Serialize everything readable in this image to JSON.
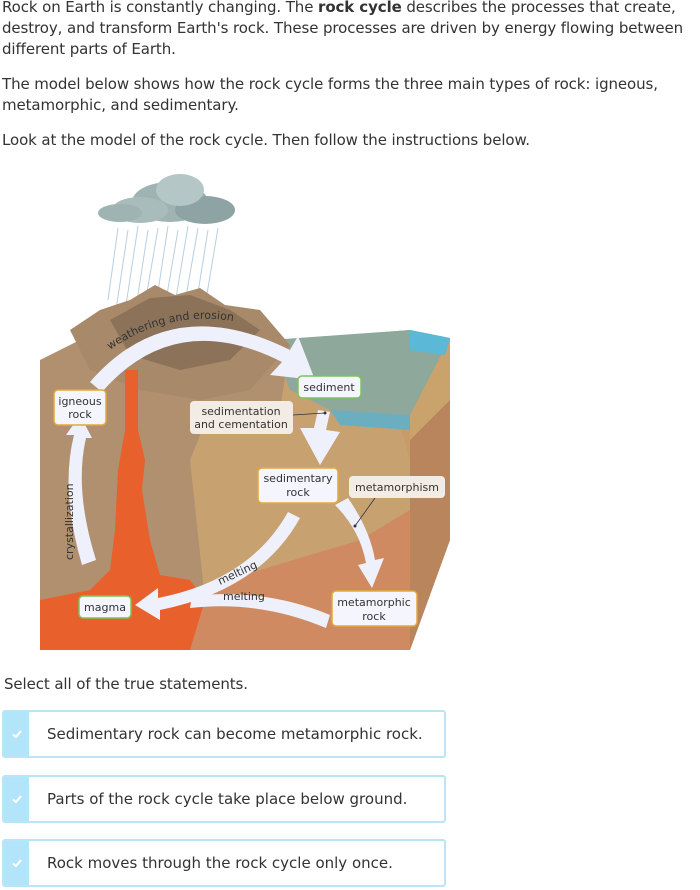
{
  "intro": {
    "p1_before": "Rock on Earth is constantly changing. The ",
    "p1_bold": "rock cycle",
    "p1_after": " describes the processes that create, destroy, and transform Earth's rock. These processes are driven by energy flowing between different parts of Earth.",
    "p2": "The model below shows how the rock cycle forms the three main types of rock: igneous, metamorphic, and sedimentary.",
    "p3": "Look at the model of the rock cycle. Then follow the instructions below."
  },
  "diagram": {
    "labels": {
      "igneous_line1": "igneous",
      "igneous_line2": "rock",
      "sediment": "sediment",
      "sedimentation_line1": "sedimentation",
      "sedimentation_line2": "and cementation",
      "sedimentary_line1": "sedimentary",
      "sedimentary_line2": "rock",
      "metamorphism": "metamorphism",
      "metamorphic_line1": "metamorphic",
      "metamorphic_line2": "rock",
      "magma": "magma",
      "weathering": "weathering and erosion",
      "crystallization": "crystallization",
      "melting1": "melting",
      "melting2": "melting"
    },
    "colors": {
      "rock_box_border": "#e2aa3a",
      "green_box_border": "#7dc35a",
      "magma": "#e8612c",
      "water": "#5bb8d6"
    }
  },
  "question": {
    "prompt": "Select all of the true statements.",
    "choices": [
      {
        "label": "Sedimentary rock can become metamorphic rock."
      },
      {
        "label": "Parts of the rock cycle take place below ground."
      },
      {
        "label": "Rock moves through the rock cycle only once."
      }
    ]
  }
}
